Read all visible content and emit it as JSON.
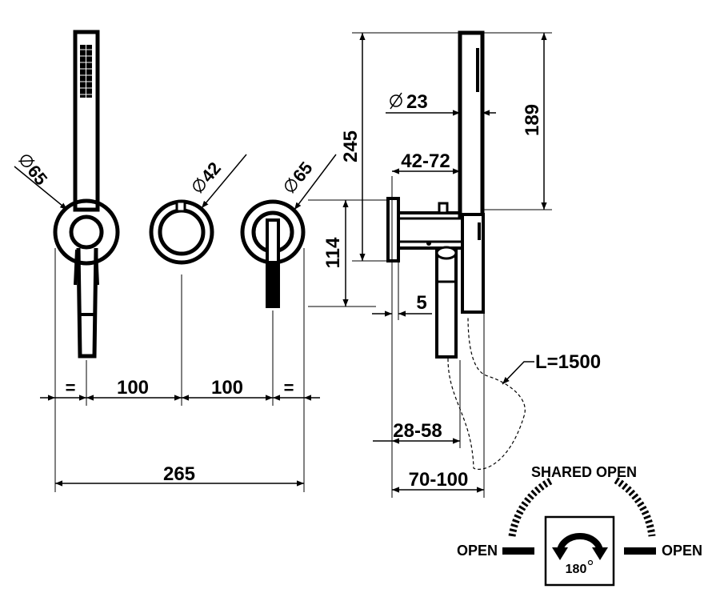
{
  "front_view": {
    "hand_shower_diameter": "65",
    "mixer_diameter": "42",
    "diverter_diameter": "65",
    "spacing_left": "=",
    "spacing_center_1": "100",
    "spacing_center_2": "100",
    "spacing_right": "=",
    "overall_width": "265"
  },
  "side_view": {
    "handle_diameter": "23",
    "total_height": "245",
    "shower_height": "189",
    "projection_range": "42-72",
    "plate_height": "114",
    "plate_thickness": "5",
    "depth_range_1": "28-58",
    "depth_range_2": "70-100",
    "hose_length": "L=1500"
  },
  "rotation_legend": {
    "shared_open": "SHARED OPEN",
    "open_left": "OPEN",
    "open_right": "OPEN",
    "angle": "180"
  }
}
